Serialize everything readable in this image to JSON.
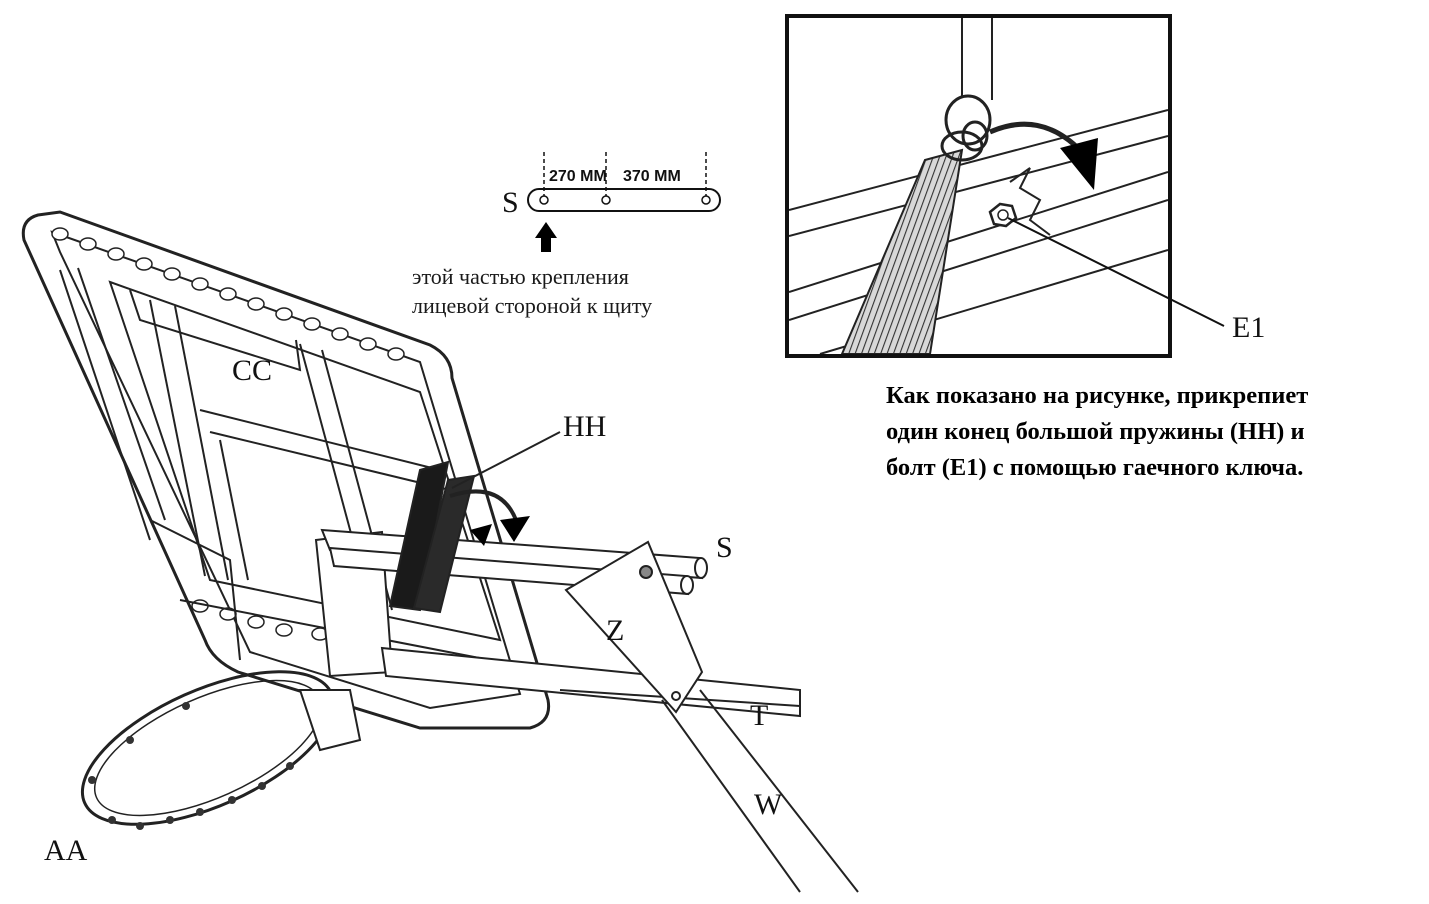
{
  "labels": {
    "aa": "AA",
    "cc": "CC",
    "hh": "HH",
    "s_main": "S",
    "s_small": "S",
    "z": "Z",
    "t": "T",
    "w": "W",
    "e1": "E1"
  },
  "dimensions": {
    "first": "270 MM",
    "second": "370 MM"
  },
  "note": {
    "line1": "этой частью крепления",
    "line2": "лицевой стороной к щиту"
  },
  "caption": {
    "line1": "Как показано на рисунке, прикрепиет",
    "line2": "один конец большой пружины (HH) и",
    "line3": "болт (E1) с помощью гаечного ключа."
  }
}
